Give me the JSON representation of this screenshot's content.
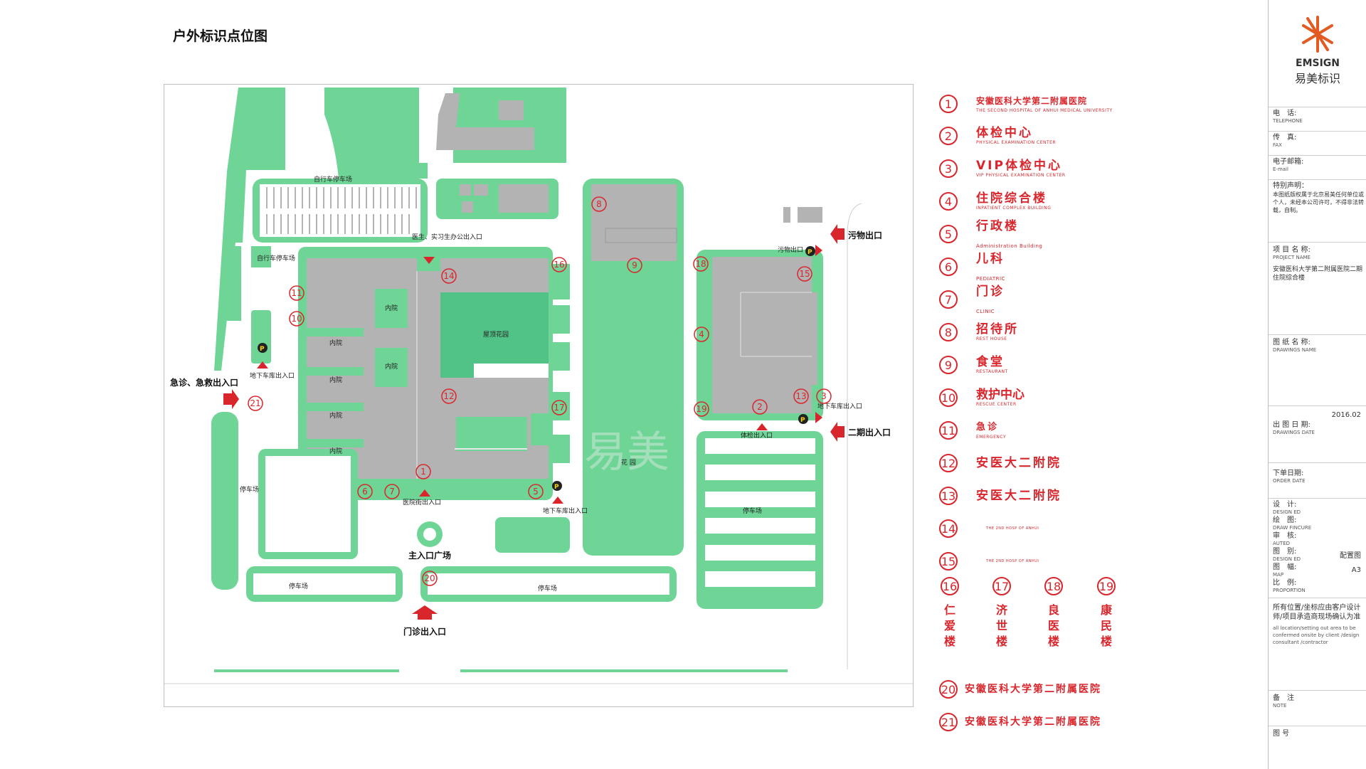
{
  "page_title": "户外标识点位图",
  "map": {
    "labels": {
      "bike_parking_top": "自行车停车场",
      "bike_parking_left": "自行车停车场",
      "doctor_entrance": "医生、实习生办公出入口",
      "inner_courtyard": "内院",
      "roof_garden": "屋顶花园",
      "garden": "花 园",
      "emergency_entrance": "急诊、急救出入口",
      "underground_garage_left": "地下车库出入口",
      "underground_garage_bottom": "地下车库出入口",
      "underground_garage_right": "地下车库出入口",
      "hospital_street_entrance": "医院街出入口",
      "main_plaza": "主入口广场",
      "outpatient_entrance": "门诊出入口",
      "parking_lot": "停车场",
      "checkup_entrance": "体检出入口",
      "waste_exit": "污物出口",
      "waste_exit_big": "污物出口",
      "phase2_entrance": "二期出入口",
      "parking_p": "P",
      "watermark": "易美"
    },
    "markers": [
      "1",
      "2",
      "3",
      "4",
      "5",
      "6",
      "7",
      "8",
      "9",
      "10",
      "11",
      "12",
      "13",
      "14",
      "15",
      "16",
      "17",
      "18",
      "19",
      "20",
      "21"
    ]
  },
  "legend": [
    {
      "num": "1",
      "cn": "安徽医科大学第二附属医院",
      "en": "THE SECOND HOSPITAL OF ANHUI MEDICAL UNIVERSITY"
    },
    {
      "num": "2",
      "cn": "体检中心",
      "en": "PHYSICAL EXAMINATION CENTER"
    },
    {
      "num": "3",
      "cn": "VIP体检中心",
      "en": "VIP PHYSICAL EXAMINATION CENTER"
    },
    {
      "num": "4",
      "cn": "住院综合楼",
      "en": "INPATIENT COMPLEX BUILDING"
    },
    {
      "num": "5",
      "cn": "行政楼",
      "en": "Administration Building"
    },
    {
      "num": "6",
      "cn": "儿科",
      "en": "PEDIATRIC"
    },
    {
      "num": "7",
      "cn": "门诊",
      "en": "CLINIC"
    },
    {
      "num": "8",
      "cn": "招待所",
      "en": "REST HOUSE"
    },
    {
      "num": "9",
      "cn": "食堂",
      "en": "RESTAURANT"
    },
    {
      "num": "10",
      "cn": "救护中心",
      "en": "RESCUE CENTER"
    },
    {
      "num": "11",
      "cn": "急诊",
      "en": "EMERGENCY"
    },
    {
      "num": "12",
      "cn": "安医大二附院",
      "en": ""
    },
    {
      "num": "13",
      "cn": "安医大二附院",
      "en": ""
    },
    {
      "num": "14",
      "cn": "",
      "en": "THE 2ND HOSP OF ANHUI"
    },
    {
      "num": "15",
      "cn": "",
      "en": "THE 2ND HOSP OF ANHUI"
    }
  ],
  "legend_bottom": [
    {
      "num": "16",
      "cn": [
        "仁",
        "爱",
        "楼"
      ]
    },
    {
      "num": "17",
      "cn": [
        "济",
        "世",
        "楼"
      ]
    },
    {
      "num": "18",
      "cn": [
        "良",
        "医",
        "楼"
      ]
    },
    {
      "num": "19",
      "cn": [
        "康",
        "民",
        "楼"
      ]
    }
  ],
  "legend_extra": [
    {
      "num": "20",
      "cn": "安徽医科大学第二附属医院"
    },
    {
      "num": "21",
      "cn": "安徽医科大学第二附属医院"
    }
  ],
  "title_block": {
    "brand": "EMSIGN",
    "brand_cn": "易美标识",
    "telephone_cn": "电　话:",
    "telephone_en": "TELEPHONE",
    "fax_cn": "传　真:",
    "fax_en": "FAX",
    "email_cn": "电子邮箱:",
    "email_en": "E-mail",
    "notice_cn": "特别声明：",
    "notice_text": "本图纸版权属于北京易美任何单位或个人，未经本公司许可，不得非法转载，自制。",
    "project_cn": "项 目 名 称:",
    "project_en": "PROJECT NAME",
    "project_val": "安徽医科大学第二附属医院二期住院综合楼",
    "drawing_cn": "图 纸 名 称:",
    "drawing_en": "DRAWINGS NAME",
    "date_cn": "出 图 日 期:",
    "date_en": "DRAWINGS DATE",
    "date_val": "2016.02",
    "order_cn": "下单日期:",
    "order_en": "ORDER DATE",
    "design_cn": "设　计:",
    "design_en": "DESIGN ED",
    "draw_cn": "绘　图:",
    "draw_en": "DRAW FINCURE",
    "audit_cn": "审　核:",
    "audit_en": "AUTED",
    "type_cn": "图　别:",
    "type_en": "DESIGN ED",
    "type_val": "配置图",
    "size_cn": "图　幅:",
    "size_en": "MAP",
    "size_val": "A3",
    "scale_cn": "比　例:",
    "scale_en": "PROPORTION",
    "confirm_cn": "所有位置/坐标应由客户设计师/项目承造商现场确认为准",
    "confirm_en": "all location/setting out area to be confermed onsite by client /design consultant /contractor",
    "note_cn": "备　注",
    "note_en": "NOTE",
    "figno_cn": "图 号"
  },
  "colors": {
    "green": "#6fd596",
    "building": "#b3b3b3",
    "red": "#d9262c",
    "roof": "#52c387"
  }
}
